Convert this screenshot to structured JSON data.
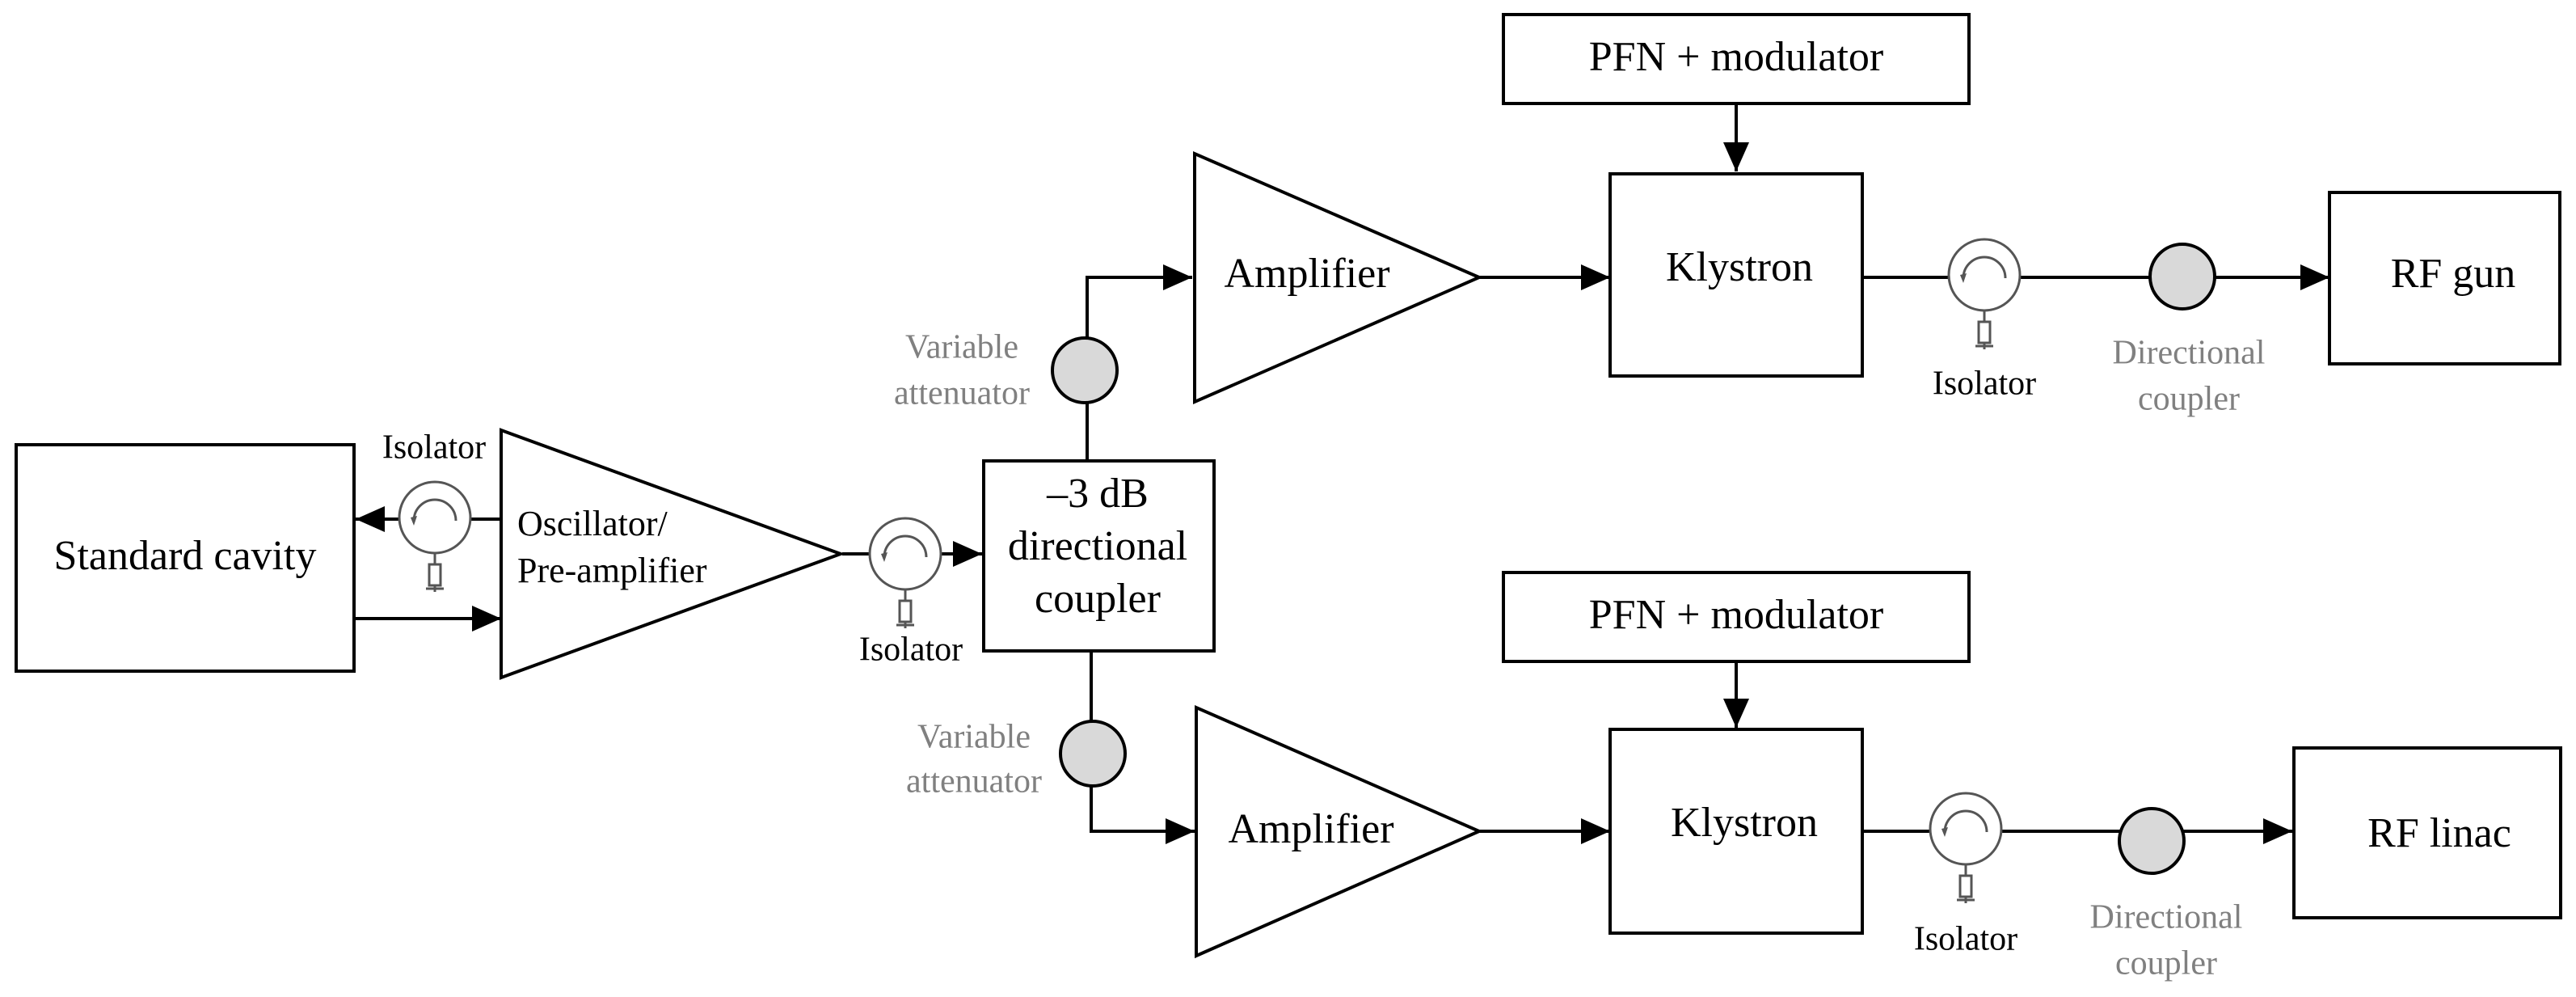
{
  "blocks": {
    "standard_cavity": "Standard cavity",
    "oscillator": [
      "Oscillator/",
      "Pre-amplifier"
    ],
    "coupler_3db": [
      "–3 dB",
      "directional",
      "coupler"
    ],
    "amplifier_top": "Amplifier",
    "amplifier_bottom": "Amplifier",
    "pfn_top": "PFN + modulator",
    "pfn_bottom": "PFN + modulator",
    "klystron_top": "Klystron",
    "klystron_bottom": "Klystron",
    "rf_gun": "RF gun",
    "rf_linac": "RF linac"
  },
  "labels": {
    "isolator_cavity": "Isolator",
    "isolator_osc": "Isolator",
    "isolator_top": "Isolator",
    "isolator_bottom": "Isolator",
    "var_att_top": [
      "Variable",
      "attenuator"
    ],
    "var_att_bottom": [
      "Variable",
      "attenuator"
    ],
    "dir_coupler_top": [
      "Directional",
      "coupler"
    ],
    "dir_coupler_bottom": [
      "Directional",
      "coupler"
    ]
  },
  "colors": {
    "line": "#000000",
    "component_fill": "#d9d9d9",
    "secondary_label": "#808080"
  },
  "icons": [
    "isolator-icon",
    "variable-attenuator-icon",
    "directional-coupler-icon",
    "arrow-icon"
  ]
}
